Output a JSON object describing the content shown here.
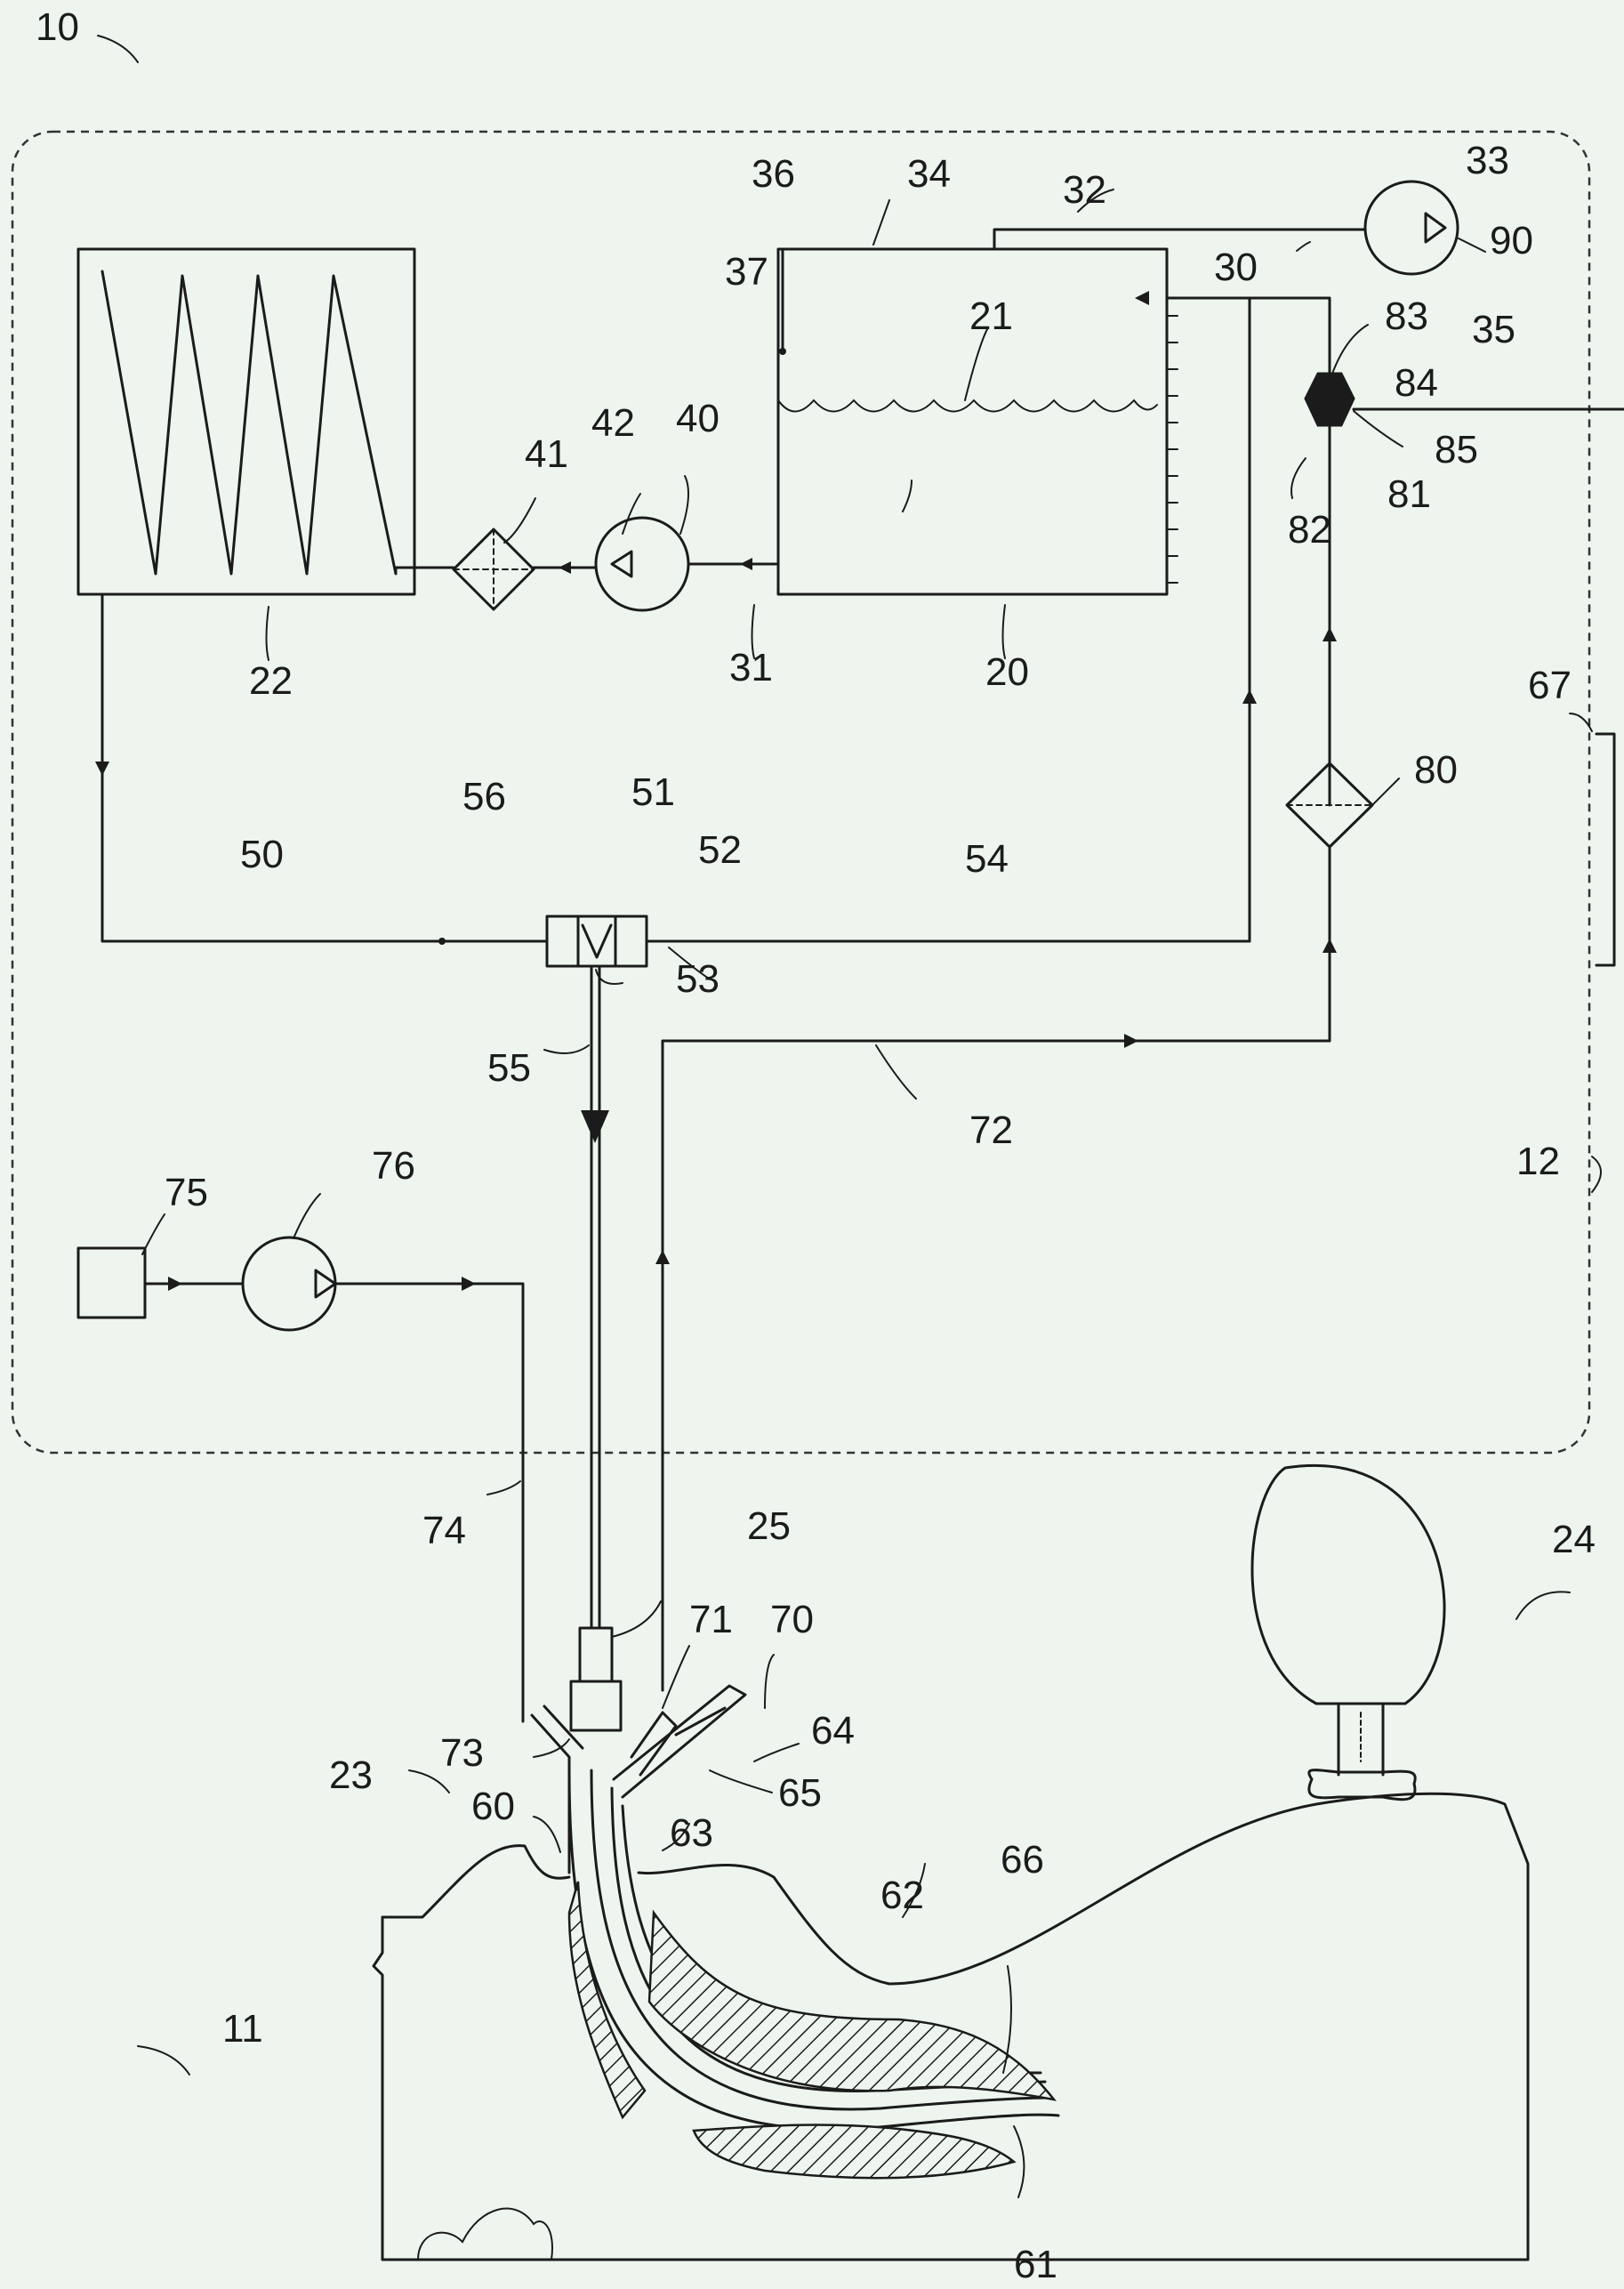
{
  "figure": {
    "labels": {
      "l10": "10",
      "l11": "11",
      "l12": "12",
      "l20": "20",
      "l21": "21",
      "l22": "22",
      "l23": "23",
      "l24": "24",
      "l25": "25",
      "l30": "30",
      "l31": "31",
      "l32": "32",
      "l33": "33",
      "l34": "34",
      "l35": "35",
      "l36": "36",
      "l37": "37",
      "l40": "40",
      "l41": "41",
      "l42": "42",
      "l50": "50",
      "l51": "51",
      "l52": "52",
      "l53": "53",
      "l54": "54",
      "l55": "55",
      "l56": "56",
      "l60": "60",
      "l61": "61",
      "l62": "62",
      "l63": "63",
      "l64": "64",
      "l65": "65",
      "l66": "66",
      "l67": "67",
      "l70": "70",
      "l71": "71",
      "l72": "72",
      "l73": "73",
      "l74": "74",
      "l75": "75",
      "l76": "76",
      "l80": "80",
      "l81": "81",
      "l82": "82",
      "l83": "83",
      "l84": "84",
      "l85": "85",
      "l90": "90"
    }
  }
}
